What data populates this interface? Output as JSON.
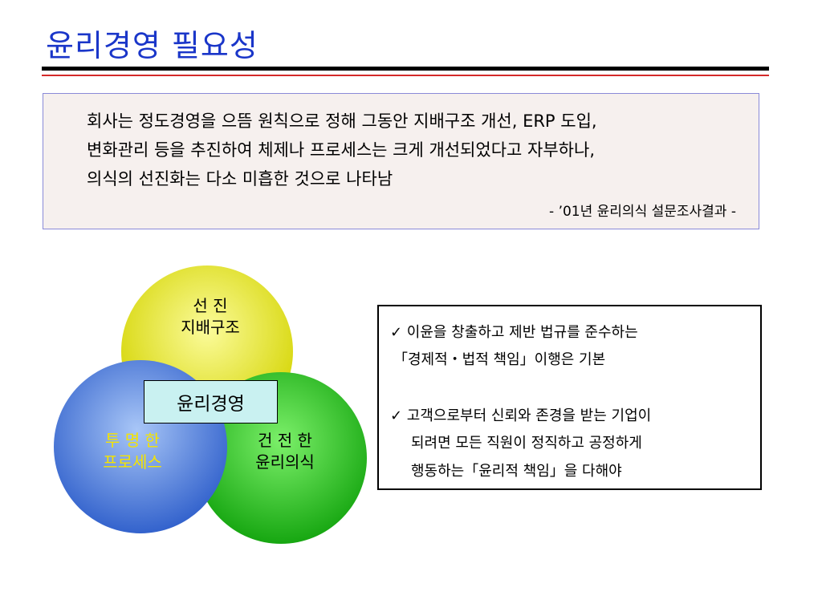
{
  "slide": {
    "title": "윤리경영 필요성",
    "quote": {
      "lines": [
        "회사는 정도경영을 으뜸 원칙으로 정해 그동안 지배구조 개선,  ERP 도입,",
        "변화관리 등을  추진하여  체제나 프로세스는  크게 개선되었다고 자부하나,",
        "의식의 선진화는 다소 미흡한 것으로 나타남"
      ],
      "source": "- ’01년 윤리의식 설문조사결과 -"
    },
    "venn": {
      "top_label": [
        "선  진",
        "지배구조"
      ],
      "left_label": [
        "투 명 한",
        "프로세스"
      ],
      "right_label": [
        "건 전 한",
        "윤리의식"
      ],
      "center_label": "윤리경영",
      "colors": {
        "top": "#d4d400",
        "left": "#3f6fd2",
        "right": "#1aaa14",
        "center_box": "#c9f1f1",
        "left_text": "#f5e400"
      }
    },
    "info": {
      "lines": [
        "✓ 이윤을 창출하고 제반 법규를 준수하는",
        "「경제적・법적 책임」이행은 기본",
        "✓  고객으로부터 신뢰와 존경을 받는 기업이",
        "되려면 모든 직원이 정직하고 공정하게",
        "행동하는「윤리적 책임」을 다해야"
      ]
    },
    "accent_colors": {
      "title": "#1a36c9",
      "rule_black": "#000000",
      "rule_red": "#d42a2a"
    }
  }
}
